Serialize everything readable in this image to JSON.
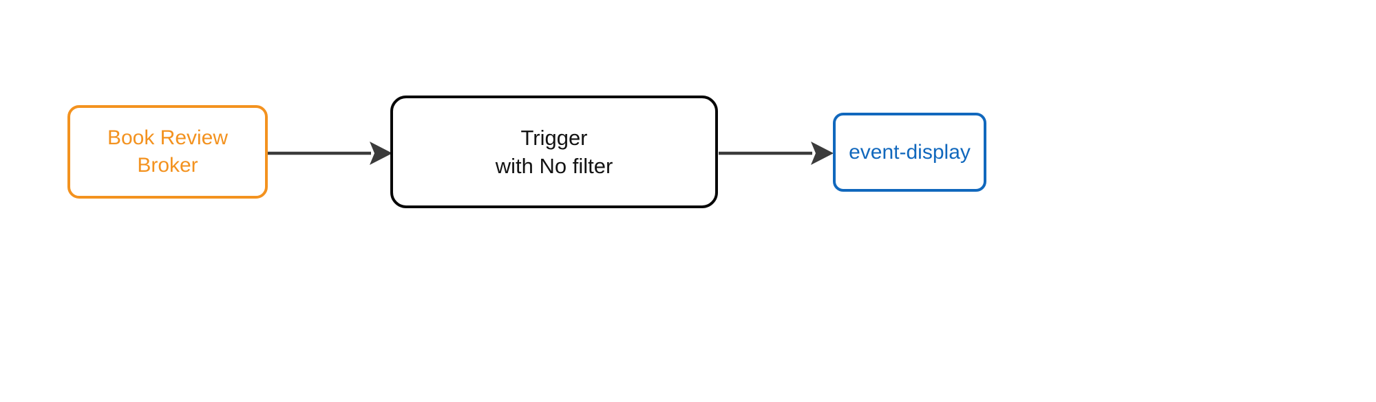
{
  "diagram": {
    "type": "flow-diagram",
    "orientation": "left-to-right",
    "background_color": "#FFFFFF",
    "nodes": [
      {
        "id": "broker",
        "role": "source",
        "lines": [
          "Book Review",
          "Broker"
        ],
        "border_color": "#F3921F",
        "text_color": "#F3921F",
        "fill_color": "#FFFFFF"
      },
      {
        "id": "trigger",
        "role": "processor",
        "lines": [
          "Trigger",
          "with No filter"
        ],
        "border_color": "#060606",
        "text_color": "#131313",
        "fill_color": "#FFFFFF"
      },
      {
        "id": "event-display",
        "role": "sink",
        "lines": [
          "event-display"
        ],
        "border_color": "#1168BD",
        "text_color": "#1168BD",
        "fill_color": "#FFFFFF"
      }
    ],
    "edges": [
      {
        "id": "broker-to-trigger",
        "from": "broker",
        "to": "trigger",
        "label": "",
        "color": "#3B3B3B",
        "arrowhead": "filled-triangle"
      },
      {
        "id": "trigger-to-event-display",
        "from": "trigger",
        "to": "event-display",
        "label": "",
        "color": "#3B3B3B",
        "arrowhead": "filled-triangle"
      }
    ]
  }
}
